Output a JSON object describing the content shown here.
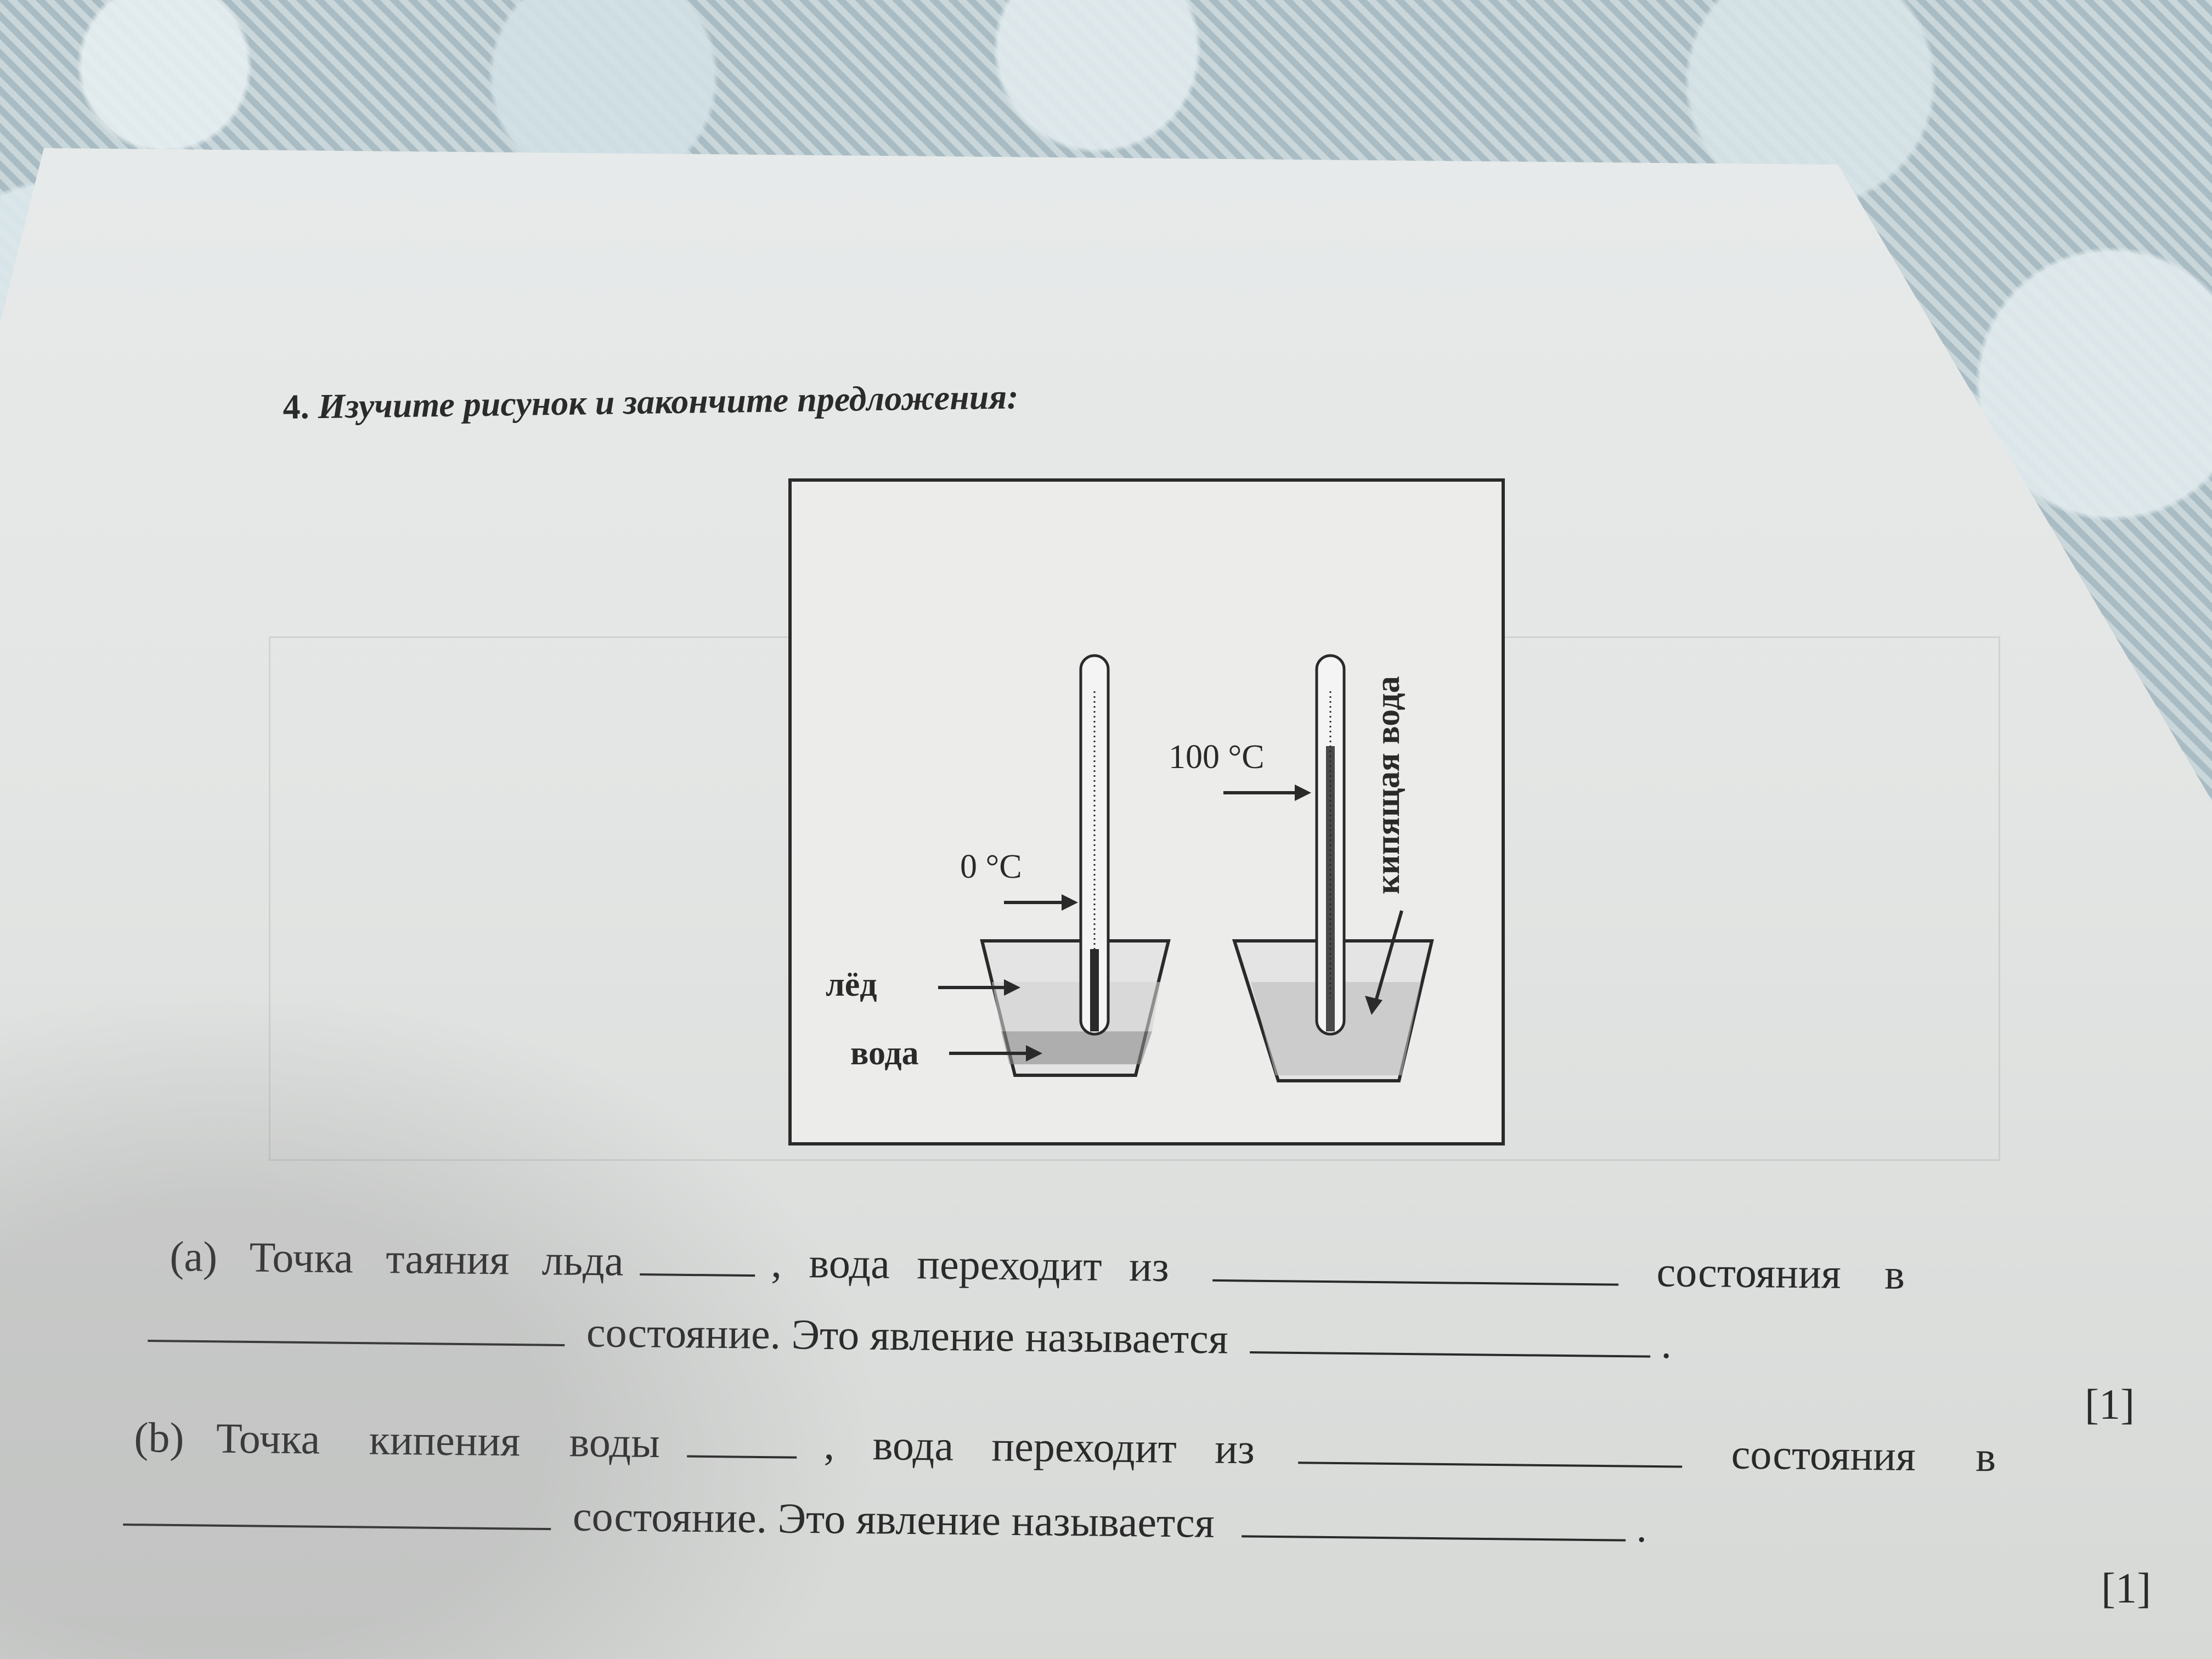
{
  "question": {
    "number": "4.",
    "prompt": "Изучите рисунок и закончите предложения:"
  },
  "figure": {
    "zero_label": "0 °C",
    "hundred_label": "100 °C",
    "ice_label": "лёд",
    "water_label": "вода",
    "boiling_label": "кипящая вода"
  },
  "part_a": {
    "label": "(a)",
    "line1_part1": "Точка таяния льда",
    "line1_part2": ", вода переходит из",
    "line1_part3": "состояния в",
    "line2_part1": "состояние. Это явление называется",
    "line2_end": ".",
    "mark": "[1]"
  },
  "part_b": {
    "label": "(b)",
    "line1_part1": "Точка кипения воды",
    "line1_part2": ", вода переходит из",
    "line1_part3": "состояния в",
    "line2_part1": "состояние. Это явление называется",
    "line2_end": ".",
    "mark": "[1]"
  }
}
